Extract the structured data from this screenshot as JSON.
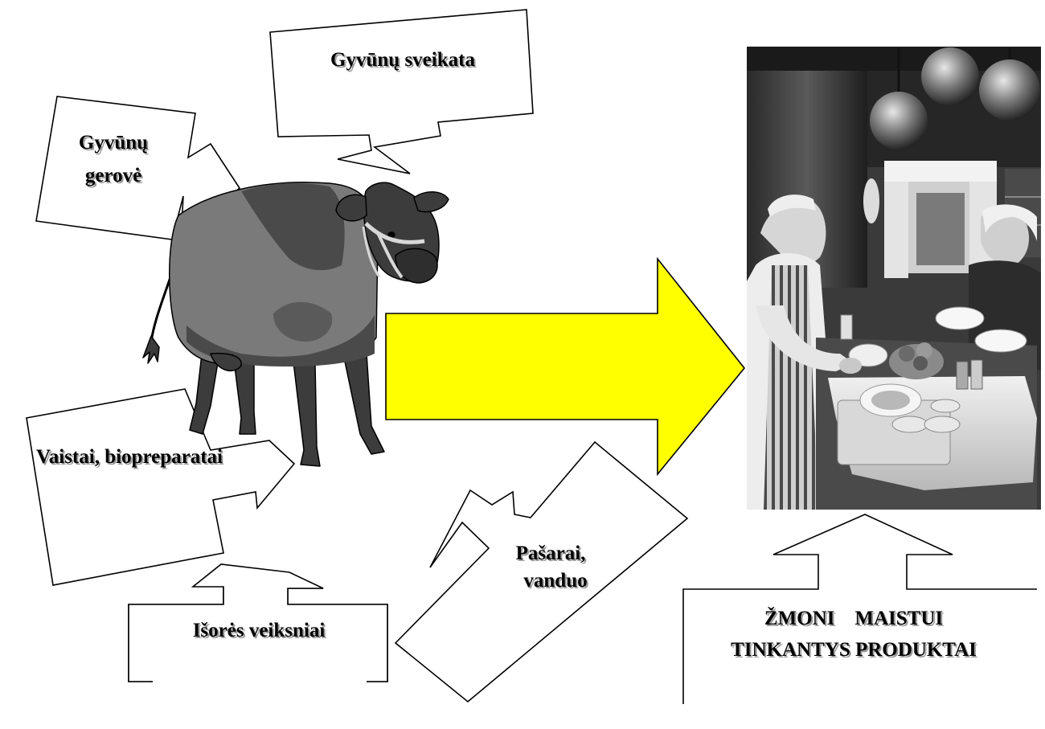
{
  "labels": {
    "health": "Gyvūnų sveikata",
    "welfare_line1": "Gyvūnų",
    "welfare_line2": "gerovė",
    "medicines": "Vaistai, biopreparatai",
    "external": "Išorės veiksniai",
    "feed_line1": "Pašarai,",
    "feed_line2": "vanduo",
    "products_line1": "ŽMONI    MAISTUI",
    "products_line2": "TINKANTYS PRODUKTAI"
  },
  "colors": {
    "main_arrow": "#ffff00",
    "cow_body": "#7a7a7a",
    "cow_dark": "#3c3c3c",
    "halter": "#d8d8d8"
  },
  "icons": {
    "cow": "cow-illustration",
    "photo": "kitchen-couple-photo"
  }
}
